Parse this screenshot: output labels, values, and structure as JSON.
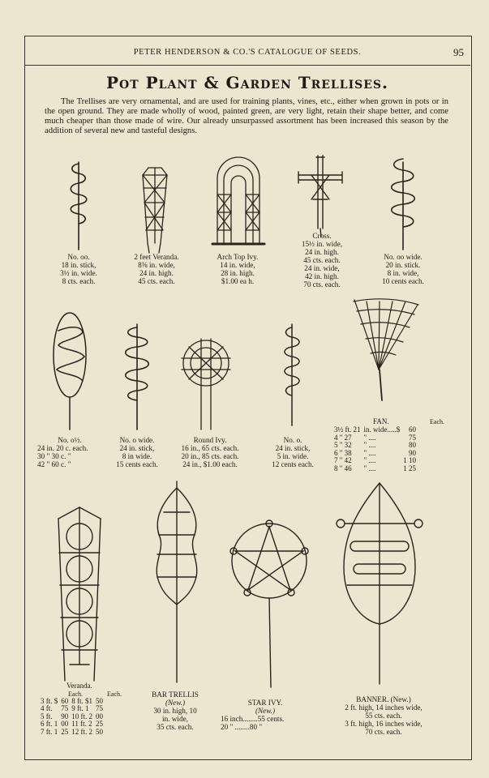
{
  "header": {
    "title": "PETER HENDERSON & CO.'S CATALOGUE OF SEEDS.",
    "page_number": "95"
  },
  "heading": "Pot Plant & Garden Trellises.",
  "intro": "The Trellises are very ornamental, and are used for training plants, vines, etc., either when grown in pots or in the open ground. They are made wholly of wood, painted green, are very light, retain their shape better, and come much cheaper than those made of wire. Our already unsurpassed assortment has been increased this season by the addition of several new and tasteful designs.",
  "captions": {
    "no_oo": [
      "No. oo.",
      "18 in. stick,",
      "3½ in. wide.",
      "8 cts. each."
    ],
    "veranda_2ft": [
      "2 feet Veranda.",
      "8⅜ in. wide,",
      "24 in. high.",
      "45 cts. each."
    ],
    "arch_top": [
      "Arch Top Ivy.",
      "14 in. wide,",
      "28 in. high.",
      "$1.00 ea h."
    ],
    "cross": [
      "Cross.",
      "15½ in. wide,",
      "24 in. high.",
      "45 cts. each.",
      "24 in. wide,",
      "42 in. high.",
      "70 cts. each."
    ],
    "no_oo_wide": [
      "No. oo wide.",
      "20 in. stick.",
      "8 in. wide,",
      "10 cents each."
    ],
    "no_0_half": [
      "No. o½.",
      "24 in. 20 c. each.",
      "30 \"  30 c.  \"",
      "42 \"  60 c.  \""
    ],
    "no_0_wide": [
      "No. o wide.",
      "24 in. stick,",
      "8 in wide.",
      "15 cents each."
    ],
    "round_ivy": [
      "Round Ivy.",
      "16 in., 65 cts. each.",
      "20 in., 85 cts. each.",
      "24 in., $1.00 each."
    ],
    "no_0": [
      "No. o.",
      "24 in. stick,",
      "5 in. wide.",
      "12 cents each."
    ],
    "bar_trellis": [
      "BAR TRELLIS",
      "(New.)",
      "30 in. high, 10",
      "in. wide,",
      "35 cts. each."
    ],
    "star_ivy": [
      "STAR IVY.",
      "(New.)",
      "16 inch........55 cents.",
      "20  \"  ........80  \""
    ],
    "banner": [
      "BANNER.  (New.)",
      "2 ft. high, 14 inches wide,",
      "55 cts. each.",
      "3 ft. high, 16 inches wide,",
      "70 cts. each."
    ]
  },
  "fan": {
    "title": "FAN.",
    "each_label": "Each.",
    "rows": [
      [
        "3½ ft. 21",
        "in. wide.....$",
        "60"
      ],
      [
        "4   \"   27",
        "\"    ....",
        "75"
      ],
      [
        "5   \"   32",
        "\"    ....",
        "80"
      ],
      [
        "6   \"   38",
        "\"    ....",
        "90"
      ],
      [
        "7   \"   42",
        "\"    ....",
        "1 10"
      ],
      [
        "8   \"   46",
        "\"    ....",
        "1 25"
      ]
    ]
  },
  "veranda": {
    "title": "Veranda.",
    "col_headers": [
      "Each.",
      "Each."
    ],
    "rows": [
      [
        "3 ft. $",
        "60",
        "8 ft. $1",
        "50"
      ],
      [
        "4 ft.",
        "75",
        "9 ft. 1",
        "75"
      ],
      [
        "5 ft.",
        "90",
        "10 ft. 2",
        "00"
      ],
      [
        "6 ft. 1",
        "00",
        "11 ft. 2",
        "25"
      ],
      [
        "7 ft. 1",
        "25",
        "12 ft. 2",
        "50"
      ]
    ]
  }
}
